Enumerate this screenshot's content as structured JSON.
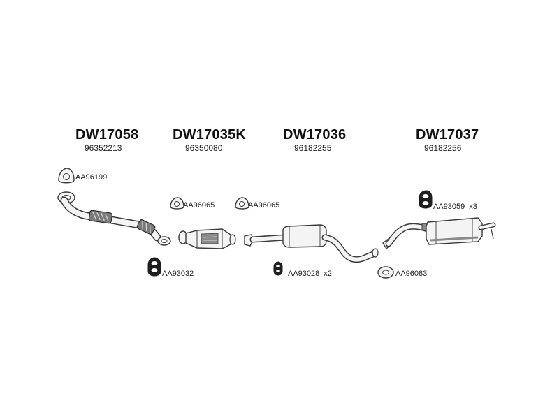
{
  "assemblies": [
    {
      "part_number": "DW17058",
      "oem_number": "96352213"
    },
    {
      "part_number": "DW17035K",
      "oem_number": "96350080"
    },
    {
      "part_number": "DW17036",
      "oem_number": "96182255"
    },
    {
      "part_number": "DW17037",
      "oem_number": "96182256"
    }
  ],
  "accessories": [
    {
      "code": "AA96199",
      "qty": "",
      "icon": "gasket-icon"
    },
    {
      "code": "AA96065",
      "qty": "",
      "icon": "gasket-icon"
    },
    {
      "code": "AA96065",
      "qty": "",
      "icon": "gasket-icon"
    },
    {
      "code": "AA93059",
      "qty": "x3",
      "icon": "rubber-hanger-icon"
    },
    {
      "code": "AA93032",
      "qty": "",
      "icon": "rubber-hanger-icon"
    },
    {
      "code": "AA93028",
      "qty": "x2",
      "icon": "rubber-hanger-icon"
    },
    {
      "code": "AA96083",
      "qty": "",
      "icon": "gasket-icon"
    }
  ],
  "colors": {
    "line": "#3a3a3a",
    "fill": "#f4f4f4",
    "shade": "#8a8a8a",
    "dark": "#1e1e1e"
  }
}
